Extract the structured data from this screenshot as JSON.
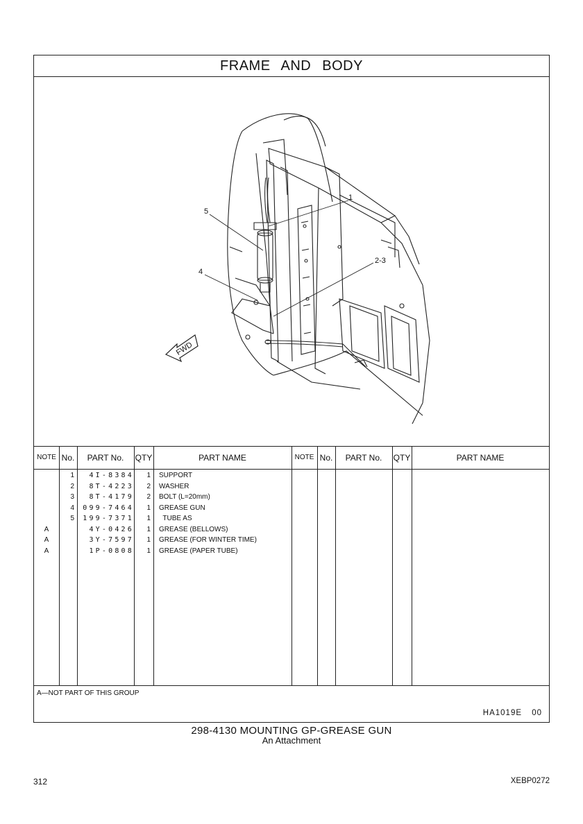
{
  "title": "FRAME AND BODY",
  "callouts": {
    "c1": "1",
    "c5": "5",
    "c23": "2-3",
    "c4": "4",
    "fwd": "FWD"
  },
  "table": {
    "headers": {
      "note": "NOTE",
      "no": "No.",
      "part_no": "PART No.",
      "qty": "QTY",
      "part_name": "PART NAME"
    },
    "rows": [
      {
        "note": "",
        "no": "1",
        "part_no": "4I-8384",
        "qty": "1",
        "name": "SUPPORT"
      },
      {
        "note": "",
        "no": "2",
        "part_no": "8T-4223",
        "qty": "2",
        "name": "WASHER"
      },
      {
        "note": "",
        "no": "3",
        "part_no": "8T-4179",
        "qty": "2",
        "name": "BOLT (L=20mm)"
      },
      {
        "note": "",
        "no": "4",
        "part_no": "099-7464",
        "qty": "1",
        "name": "GREASE GUN"
      },
      {
        "note": "",
        "no": "5",
        "part_no": "199-7371",
        "qty": "1",
        "name": "  TUBE AS"
      },
      {
        "note": "A",
        "no": "",
        "part_no": "4Y-0426",
        "qty": "1",
        "name": "GREASE (BELLOWS)"
      },
      {
        "note": "A",
        "no": "",
        "part_no": "3Y-7597",
        "qty": "1",
        "name": "GREASE (FOR WINTER TIME)"
      },
      {
        "note": "A",
        "no": "",
        "part_no": "1P-0808",
        "qty": "1",
        "name": "GREASE (PAPER TUBE)"
      }
    ]
  },
  "footnote": "A—NOT PART OF THIS GROUP",
  "ref_code": "HA1019E  00",
  "caption": {
    "main": "298-4130 MOUNTING GP-GREASE GUN",
    "sub": "An Attachment"
  },
  "page_number": "312",
  "doc_code": "XEBP0272"
}
